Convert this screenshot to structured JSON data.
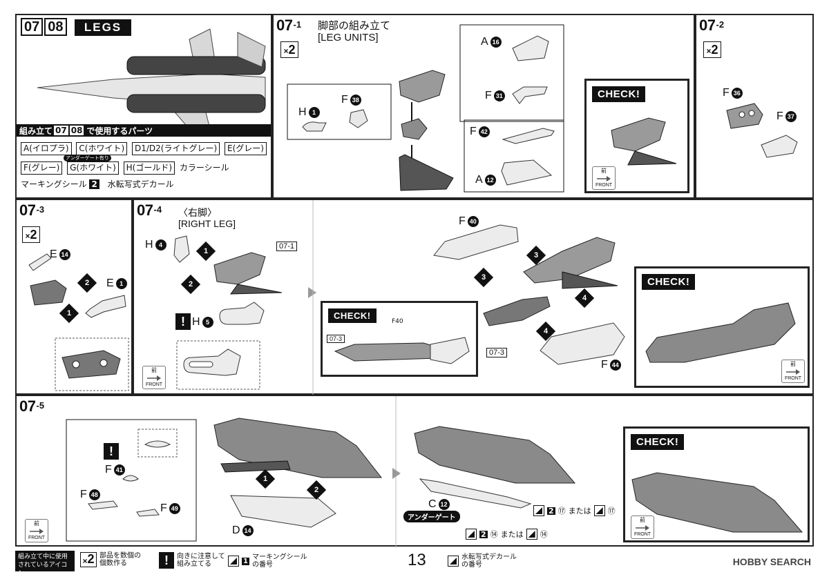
{
  "header": {
    "step_a": "07",
    "step_b": "08",
    "title": "LEGS",
    "parts_used_pre": "組み立て",
    "parts_used_a": "07",
    "parts_used_b": "08",
    "parts_used_post": "で使用するパーツ"
  },
  "parts_list": {
    "row1": [
      "A(イロプラ)",
      "C(ホワイト)",
      "D1/D2(ライトグレー)",
      "E(グレー)"
    ],
    "undergate_note": "アンダーゲート有り",
    "row2": [
      "F(グレー)",
      "G(ホワイト)",
      "H(ゴールド)"
    ],
    "row2_text": "カラーシール",
    "row3_marking": "マーキングシール",
    "row3_marking_num": "2",
    "row3_decal": "水転写式デカール"
  },
  "steps": {
    "s07_1": {
      "main": "07",
      "sub": "-1",
      "title_jp": "脚部の組み立て",
      "title_en": "[LEG UNITS]",
      "qty": "2",
      "parts": [
        {
          "letter": "H",
          "num": "1"
        },
        {
          "letter": "F",
          "num": "38"
        },
        {
          "letter": "A",
          "num": "16"
        },
        {
          "letter": "F",
          "num": "31"
        },
        {
          "letter": "F",
          "num": "42"
        },
        {
          "letter": "A",
          "num": "12"
        }
      ],
      "check": "CHECK!"
    },
    "s07_2": {
      "main": "07",
      "sub": "-2",
      "qty": "2",
      "parts": [
        {
          "letter": "F",
          "num": "36"
        },
        {
          "letter": "F",
          "num": "37"
        }
      ]
    },
    "s07_3": {
      "main": "07",
      "sub": "-3",
      "qty": "2",
      "parts": [
        {
          "letter": "E",
          "num": "14"
        },
        {
          "letter": "E",
          "num": "1"
        }
      ],
      "arrows": [
        "2",
        "1"
      ]
    },
    "s07_4": {
      "main": "07",
      "sub": "-4",
      "title_jp": "〈右脚〉",
      "title_en": "[RIGHT LEG]",
      "parts": [
        {
          "letter": "H",
          "num": "4"
        },
        {
          "letter": "H",
          "num": "5"
        },
        {
          "letter": "F",
          "num": "40"
        },
        {
          "letter": "F",
          "num": "44"
        }
      ],
      "ref_a": "07-1",
      "ref_b": "07-3",
      "ref_c": "07-3",
      "arrows": [
        "1",
        "2",
        "3",
        "3",
        "4",
        "4"
      ],
      "check": "CHECK!",
      "check_part": "F40",
      "check_ref": "07-3"
    },
    "s07_5": {
      "main": "07",
      "sub": "-5",
      "parts": [
        {
          "letter": "F",
          "num": "41"
        },
        {
          "letter": "F",
          "num": "48"
        },
        {
          "letter": "F",
          "num": "49"
        },
        {
          "letter": "D",
          "num": "14"
        },
        {
          "letter": "C",
          "num": "12"
        }
      ],
      "arrows": [
        "1",
        "2"
      ],
      "undergate": "アンダーゲート",
      "marking_a_num": "2",
      "marking_a_sub": "⑰",
      "marking_a_or": "または",
      "marking_a_alt": "⑰",
      "marking_b_num": "2",
      "marking_b_sub": "⑭",
      "marking_b_or": "または",
      "marking_b_alt": "⑭",
      "check": "CHECK!"
    }
  },
  "front": {
    "kanji": "前",
    "label": "FRONT"
  },
  "footer": {
    "legend_title_1": "組み立て中に使用",
    "legend_title_2": "されているアイコン",
    "qty_icon": "2",
    "qty_desc_1": "部品を数個の",
    "qty_desc_2": "個数作る",
    "dir_desc_1": "向きに注意して",
    "dir_desc_2": "組み立てる",
    "marking_icon": "1",
    "marking_desc_1": "マーキングシール",
    "marking_desc_2": "の番号",
    "page_number": "13",
    "decal_desc_1": "水転写式デカール",
    "decal_desc_2": "の番号",
    "brand": "HOBBY SEARCH"
  },
  "colors": {
    "ink": "#111111",
    "part_fill": "#9a9a9a",
    "part_light": "#e8e8e8",
    "frame": "#222222"
  }
}
